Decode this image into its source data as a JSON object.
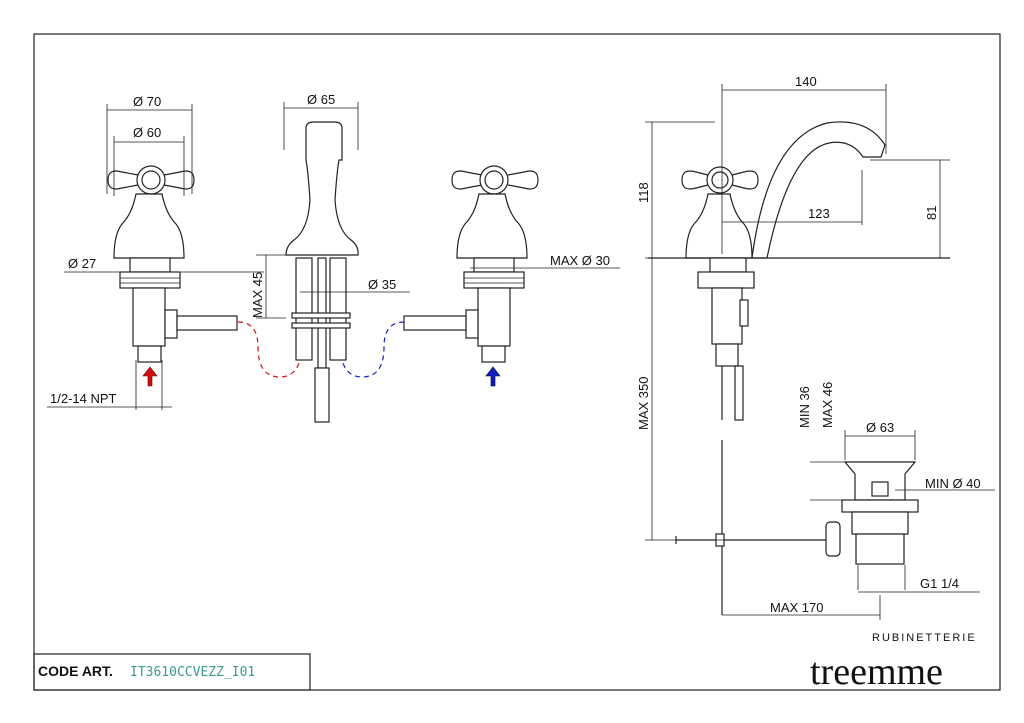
{
  "title_block": {
    "code_label": "CODE ART.",
    "code_value": "IT3610CCVEZZ_I01"
  },
  "brand": {
    "subtitle": "RUBINETTERIE",
    "name": "treemme"
  },
  "dimensions": {
    "left_valve": {
      "d70": "Ø 70",
      "d60": "Ø 60",
      "d27": "Ø 27",
      "npt": "1/2-14 NPT"
    },
    "spout": {
      "d65": "Ø 65",
      "max45": "MAX 45",
      "d35": "Ø 35"
    },
    "right_valve": {
      "max_d30": "MAX Ø 30"
    },
    "side_view": {
      "w140": "140",
      "h118": "118",
      "w123": "123",
      "h81": "81",
      "max350": "MAX 350"
    },
    "waste": {
      "min36": "MIN 36",
      "max46": "MAX 46",
      "d63": "Ø 63",
      "min_d40": "MIN Ø 40",
      "g114": "G1 1/4",
      "max170": "MAX 170"
    }
  },
  "colors": {
    "hot": "#d01010",
    "cold": "#1020c0",
    "code": "#3a9a90"
  }
}
